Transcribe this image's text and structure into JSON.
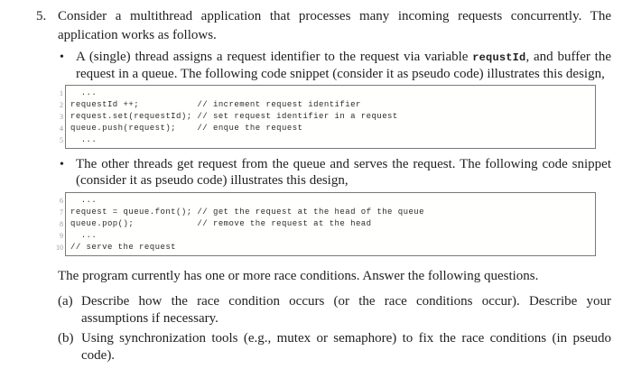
{
  "question": {
    "number": "5.",
    "intro": "Consider a multithread application that processes many incoming requests concurrently. The application works as follows.",
    "bullet_marker": "•",
    "bullet1": {
      "text_before_code": "A (single) thread assigns a request identifier to the request via variable ",
      "inline_code": "requstId",
      "text_after_code": ", and buffer the request in a queue. The following code snippet (consider it as pseudo code) illustrates this design,"
    },
    "code_block_1": {
      "lines": [
        {
          "num": "1",
          "code": "  ..."
        },
        {
          "num": "2",
          "code": "requestId ++;           // increment request identifier"
        },
        {
          "num": "3",
          "code": "request.set(requestId); // set request identifier in a request"
        },
        {
          "num": "4",
          "code": "queue.push(request);    // enque the request"
        },
        {
          "num": "5",
          "code": "  ..."
        }
      ]
    },
    "bullet2": {
      "text": "The other threads get request from the queue and serves the request. The following code snippet (consider it as pseudo code) illustrates this design,"
    },
    "code_block_2": {
      "lines": [
        {
          "num": "6",
          "code": "  ..."
        },
        {
          "num": "7",
          "code": "request = queue.font(); // get the request at the head of the queue"
        },
        {
          "num": "8",
          "code": "queue.pop();            // remove the request at the head"
        },
        {
          "num": "9",
          "code": "  ..."
        },
        {
          "num": "10",
          "code": "// serve the request"
        }
      ]
    },
    "closing": "The program currently has one or more race conditions. Answer the following questions.",
    "subquestions": [
      {
        "label": "(a)",
        "text": "Describe how the race condition occurs (or the race conditions occur). Describe your assumptions if necessary."
      },
      {
        "label": "(b)",
        "text": "Using synchronization tools (e.g., mutex or semaphore) to fix the race conditions (in pseudo code)."
      }
    ]
  }
}
